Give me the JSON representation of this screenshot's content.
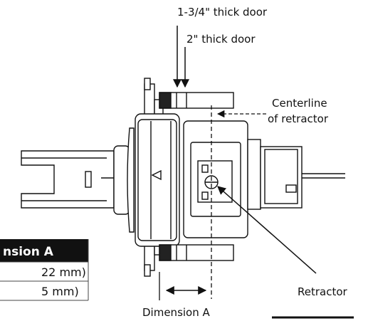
{
  "callouts": {
    "door_thick_1": "1-3/4\" thick door",
    "door_thick_2": "2\" thick door",
    "centerline_line1": "Centerline",
    "centerline_line2": "of retractor",
    "retractor": "Retractor",
    "dimension_a": "Dimension A"
  },
  "table": {
    "header": "nsion A",
    "rows": [
      "22 mm)",
      "5 mm)"
    ]
  },
  "colors": {
    "line": "#111111",
    "table_header_bg": "#111111",
    "table_border": "#444444"
  }
}
